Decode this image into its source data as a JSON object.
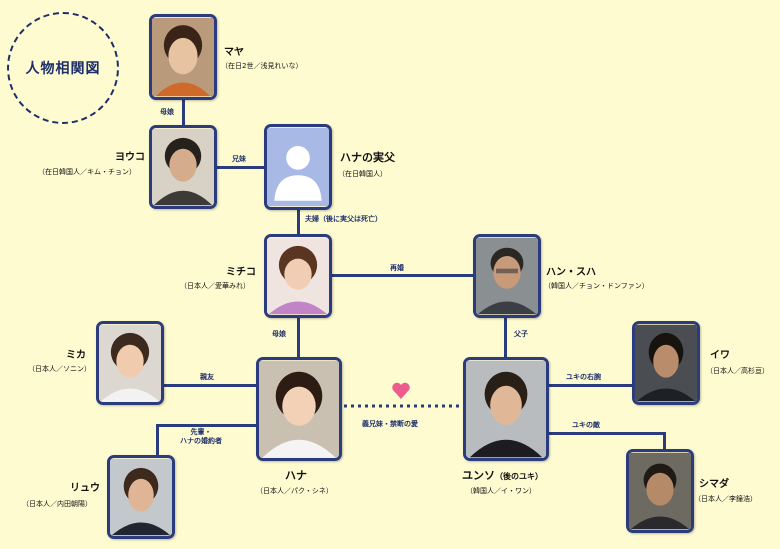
{
  "title": "人物相関図",
  "colors": {
    "background": "#fffbd0",
    "line": "#2a3c7d",
    "accent": "#1d2f6b",
    "heart": "#ec5c8c",
    "silhouette": "#a9b9e6"
  },
  "people": {
    "maya": {
      "name": "マヤ",
      "sub": "（在日2世／浅見れいな）"
    },
    "youko": {
      "name": "ヨウコ",
      "sub": "（在日韓国人／キム・チョン）"
    },
    "father": {
      "name": "ハナの実父",
      "sub": "（在日韓国人）"
    },
    "michiko": {
      "name": "ミチコ",
      "sub": "（日本人／愛華みれ）"
    },
    "hansuha": {
      "name": "ハン・スハ",
      "sub": "（韓国人／チョン・ドンファン）"
    },
    "mika": {
      "name": "ミカ",
      "sub": "（日本人／ソニン）"
    },
    "iwa": {
      "name": "イワ",
      "sub": "（日本人／高杉亘）"
    },
    "hana": {
      "name": "ハナ",
      "sub": "（日本人／パク・シネ）"
    },
    "yunso": {
      "name": "ユンソ",
      "name_suffix": "（後のユキ）",
      "sub": "（韓国人／イ・ワン）"
    },
    "ryu": {
      "name": "リュウ",
      "sub": "（日本人／内田朝陽）"
    },
    "shimada": {
      "name": "シマダ",
      "sub": "（日本人／李鐘浩）"
    }
  },
  "relations": {
    "maya_youko": "母娘",
    "youko_father": "兄妹",
    "father_michiko": "夫婦（後に実父は死亡）",
    "michiko_hansuha": "再婚",
    "michiko_hana": "母娘",
    "hansuha_yunso": "父子",
    "mika_hana": "親友",
    "ryu_hana": [
      "先輩・",
      "ハナの婚約者"
    ],
    "hana_yunso": "義兄妹・禁断の愛",
    "iwa_yunso": "ユキの右腕",
    "shimada_yunso": "ユキの敵"
  }
}
